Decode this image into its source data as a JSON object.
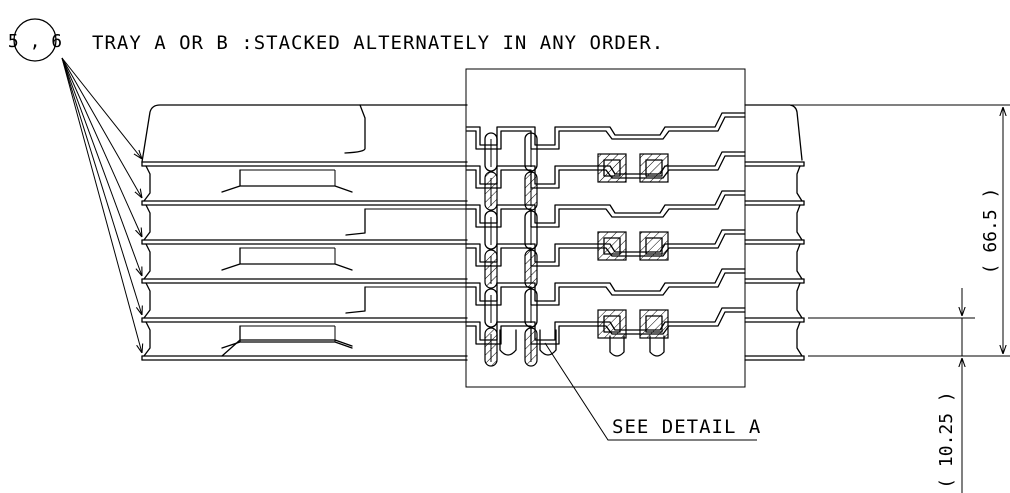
{
  "callout": {
    "balloon_label": "5 , 6",
    "note": "TRAY A OR B :STACKED ALTERNATELY IN ANY ORDER."
  },
  "detail_label": "SEE DETAIL A",
  "dimensions": {
    "stack_height": "( 66.5 )",
    "tray_pitch": "( 10.25 )"
  }
}
